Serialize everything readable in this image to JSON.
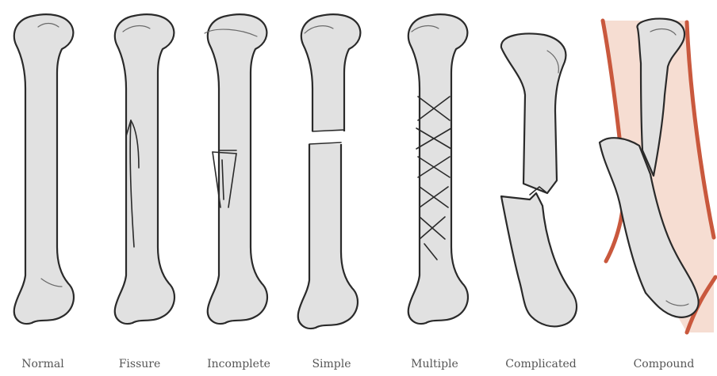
{
  "labels": {
    "normal": "Normal",
    "fissure": "Fissure",
    "incomplete": "Incomplete",
    "simple": "Simple",
    "multiple": "Multiple",
    "complicated": "Complicated",
    "compound": "Compound"
  }
}
